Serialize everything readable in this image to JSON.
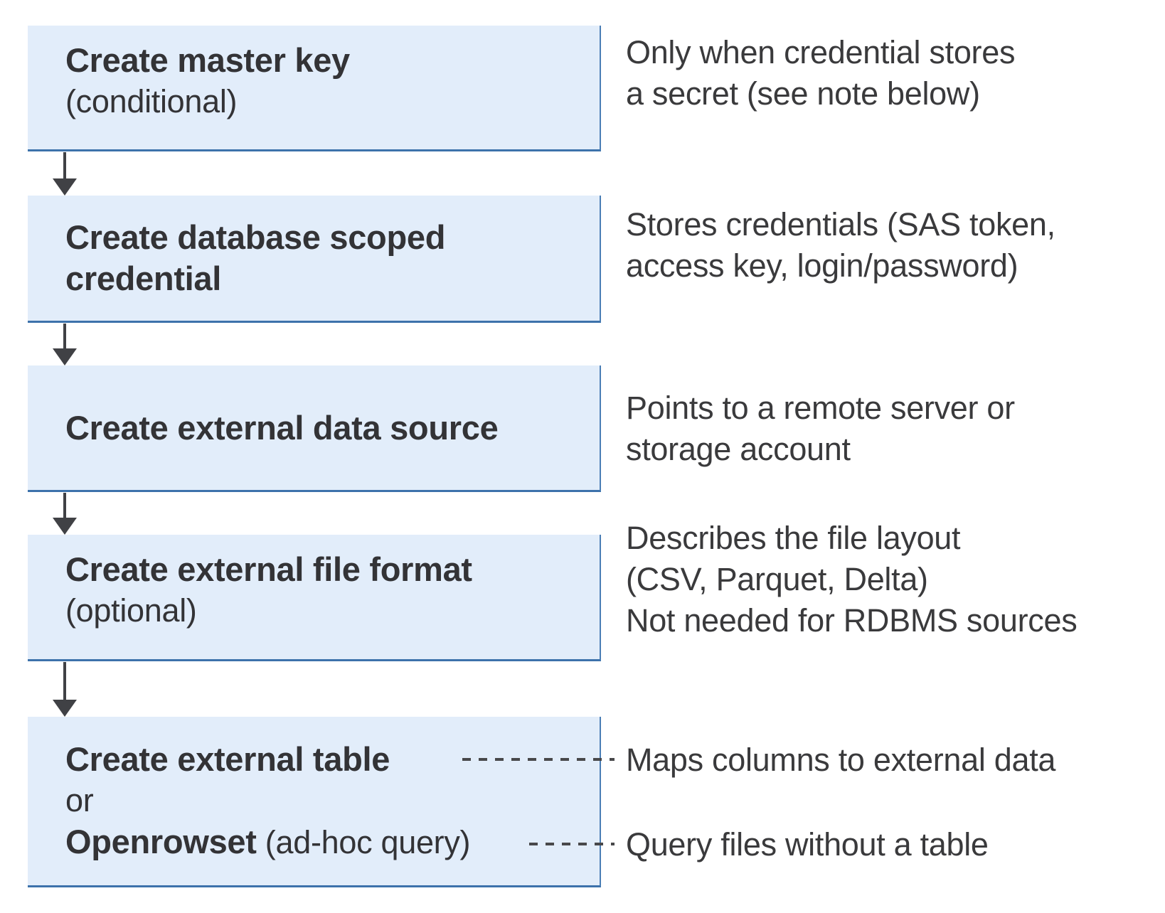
{
  "colors": {
    "box_fill": "#e2edfa",
    "box_border_right": "#4a7eb5",
    "box_border_bottom": "#3d72ab",
    "title_text": "#333336",
    "note_text": "#3a3a3c",
    "arrow": "#404145",
    "dash": "#48484a",
    "background": "#ffffff"
  },
  "boxes": [
    {
      "line1_bold": "Create master key",
      "line2": "(conditional)"
    },
    {
      "line1_bold": "Create database scoped",
      "line2_bold": "credential"
    },
    {
      "line1_bold": "Create external data source"
    },
    {
      "line1_bold": "Create external file format",
      "line2": "(optional)"
    },
    {
      "line1_bold": "Create external table",
      "line2": "or",
      "line3_bold": "Openrowset",
      "line3_rest": " (ad-hoc query)"
    }
  ],
  "notes": [
    {
      "lines": [
        "Only when credential stores",
        "a secret (see note below)"
      ]
    },
    {
      "lines": [
        "Stores credentials (SAS token,",
        "access key, login/password)"
      ]
    },
    {
      "lines": [
        "Points to a remote server or",
        "storage account"
      ]
    },
    {
      "lines": [
        "Describes the file layout",
        "(CSV, Parquet, Delta)",
        "Not needed for RDBMS sources"
      ]
    },
    {
      "lines": [
        "Maps columns to external data"
      ]
    },
    {
      "lines": [
        "Query files without a table"
      ]
    }
  ]
}
